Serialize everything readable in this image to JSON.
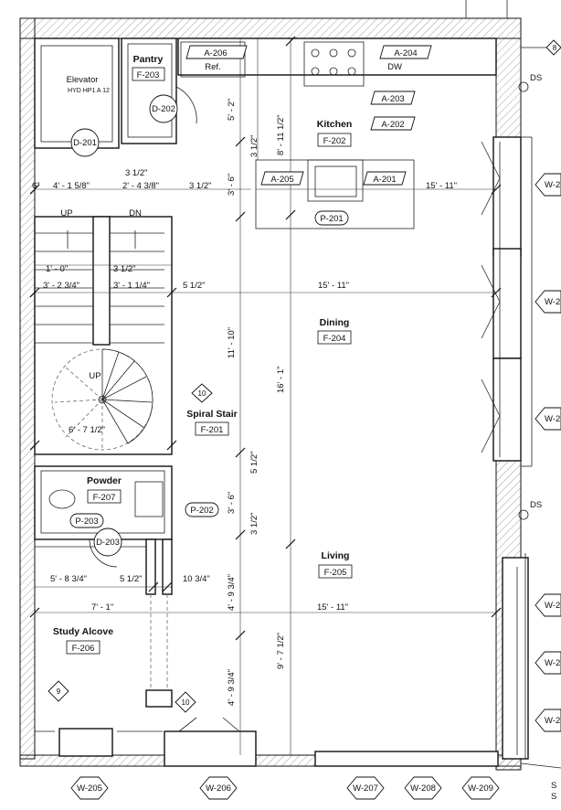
{
  "rooms": {
    "elevator": {
      "name": "Elevator",
      "model": "HYD HP1 A 12"
    },
    "pantry": {
      "name": "Pantry",
      "code": "F-203"
    },
    "kitchen": {
      "name": "Kitchen",
      "code": "F-202"
    },
    "dining": {
      "name": "Dining",
      "code": "F-204"
    },
    "spiral_stair": {
      "name": "Spiral Stair",
      "code": "F-201"
    },
    "powder": {
      "name": "Powder",
      "code": "F-207"
    },
    "living": {
      "name": "Living",
      "code": "F-205"
    },
    "study": {
      "name": "Study Alcove",
      "code": "F-206"
    }
  },
  "appliance_tags": [
    "A-206",
    "A-204",
    "A-203",
    "A-202",
    "A-205",
    "A-201"
  ],
  "appliance_labels": {
    "ref": "Ref.",
    "dw": "DW"
  },
  "door_tags": [
    "D-202",
    "D-201",
    "D-203"
  ],
  "plumbing_tags": [
    "P-201",
    "P-202",
    "P-203"
  ],
  "section_markers": [
    "10",
    "10",
    "9",
    "8"
  ],
  "ds_labels": [
    "DS",
    "DS"
  ],
  "stair_labels": {
    "up": "UP",
    "dn": "DN",
    "spiral_up": "UP"
  },
  "window_tags": {
    "bottom": [
      "W-205",
      "W-206",
      "W-207",
      "W-208",
      "W-209"
    ],
    "right": [
      "W-2",
      "W-2",
      "W-2",
      "W-2",
      "W-2",
      "W-2"
    ]
  },
  "corner_text": [
    "S",
    "S"
  ],
  "dimensions": {
    "d1": "6\"",
    "d2": "4' - 1 5/8\"",
    "d3": "3 1/2\"",
    "d4": "2' - 4 3/8\"",
    "d5": "3 1/2\"",
    "d6": "5' - 2\"",
    "d7": "8' - 11 1/2\"",
    "d8": "3 1/2\"",
    "d9": "3' - 6\"",
    "d10": "15' - 11\"",
    "d11": "1' - 0\"",
    "d12": "3 1/2\"",
    "d13": "3' - 2 3/4\"",
    "d14": "3' - 1 1/4\"",
    "d15": "5 1/2\"",
    "d16": "15' - 11\"",
    "d17": "11' - 10\"",
    "d18": "16' - 1\"",
    "d19": "6' - 7 1/2\"",
    "d20": "5 1/2\"",
    "d21": "3' - 6\"",
    "d22": "3 1/2\"",
    "d23": "5' - 8 3/4\"",
    "d24": "5 1/2\"",
    "d25": "10 3/4\"",
    "d26": "4' - 9 3/4\"",
    "d27": "7' - 1\"",
    "d28": "15' - 11\"",
    "d29": "9' - 7 1/2\"",
    "d30": "4' - 9 3/4\""
  }
}
